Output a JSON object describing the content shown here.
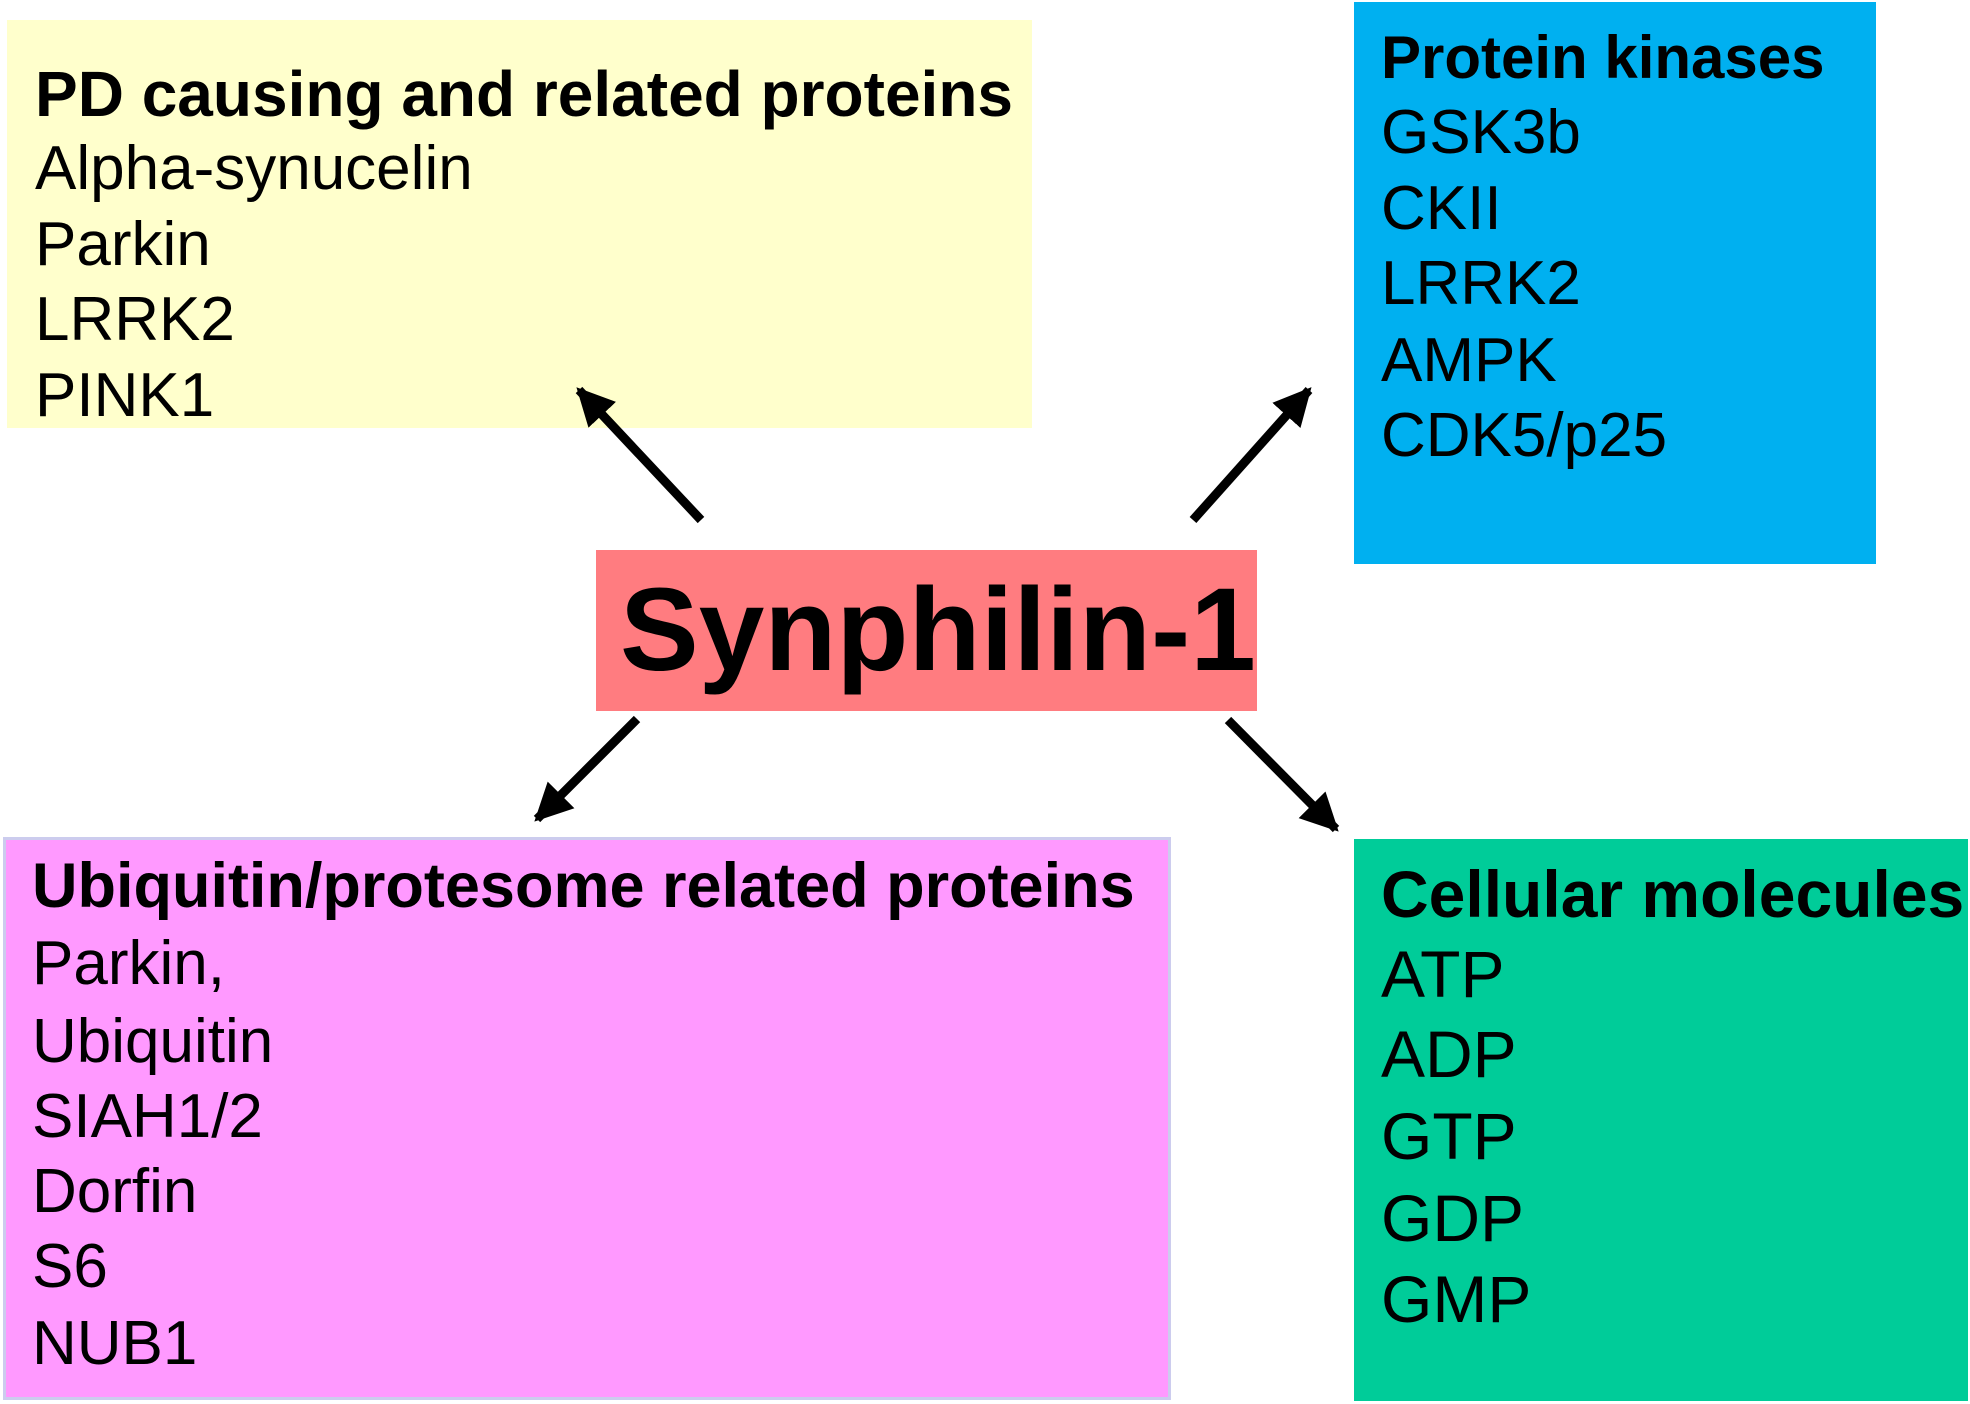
{
  "center": {
    "label": "Synphilin-1",
    "color": "#ff7c80"
  },
  "boxes": {
    "pd": {
      "heading": "PD causing and related proteins",
      "items": [
        "Alpha-synucelin",
        "Parkin",
        "LRRK2",
        "PINK1"
      ],
      "color": "#ffffcc"
    },
    "kinases": {
      "heading": "Protein kinases",
      "items": [
        "GSK3b",
        "CKII",
        "LRRK2",
        "AMPK",
        "CDK5/p25"
      ],
      "color": "#00b0f0"
    },
    "ubiquitin": {
      "heading": "Ubiquitin/protesome related proteins",
      "items": [
        "Parkin,",
        "Ubiquitin",
        "SIAH1/2",
        "Dorfin",
        "S6",
        "NUB1"
      ],
      "color": "#ff99ff"
    },
    "cellular": {
      "heading": "Cellular molecules",
      "items": [
        "ATP",
        "ADP",
        "GTP",
        "GDP",
        "GMP"
      ],
      "color": "#00cc99"
    }
  },
  "arrows": [
    {
      "from": "Synphilin-1",
      "to": "PD causing and related proteins"
    },
    {
      "from": "Synphilin-1",
      "to": "Protein kinases"
    },
    {
      "from": "Synphilin-1",
      "to": "Ubiquitin/protesome related proteins"
    },
    {
      "from": "Synphilin-1",
      "to": "Cellular molecules"
    }
  ]
}
